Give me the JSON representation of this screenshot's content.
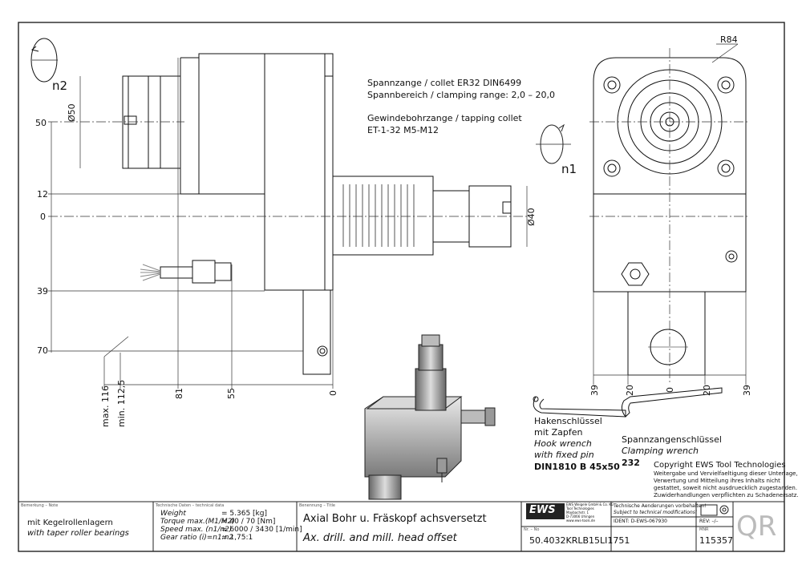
{
  "collet": {
    "line1": "Spannzange / collet   ER32    DIN6499",
    "line2": "Spannbereich / clamping range: 2,0 – 20,0",
    "line3": "Gewindebohrzange / tapping collet",
    "line4": "ET-1-32   M5-M12"
  },
  "rotation": {
    "n1": "n1",
    "n2": "n2"
  },
  "dims": {
    "d50": "Ø50",
    "d40": "Ø40",
    "r84": "R84",
    "v50": "50",
    "v12": "12",
    "v0": "0",
    "v39": "39",
    "v70": "70",
    "h116": "max. 116",
    "h1125": "min. 112,5",
    "h81": "81",
    "h55": "55",
    "h0": "0",
    "rv39a": "39",
    "rv20a": "20",
    "rv0": "0",
    "rv20b": "20",
    "rv39b": "39"
  },
  "hook_wrench": {
    "de1": "Hakenschlüssel",
    "de2": "mit Zapfen",
    "en1": "Hook wrench",
    "en2": "with fixed pin",
    "code": "DIN1810 B 45x50"
  },
  "clamp_wrench": {
    "de": "Spannzangenschlüssel",
    "en": "Clamping wrench",
    "code": "232"
  },
  "copyright": {
    "title": "Copyright EWS Tool Technologies",
    "l1": "Weitergabe und Vervielfaeltigung dieser Unterlage,",
    "l2": "Verwertung und Mitteilung ihres Inhalts nicht",
    "l3": "gestattet, soweit nicht ausdruecklich zugestanden.",
    "l4": "Zuwiderhandlungen verpflichten zu Schadenersatz."
  },
  "title_block": {
    "note_label": "Bemerkung – Note",
    "note_de": "mit Kegelrollenlagern",
    "note_en": "with taper roller bearings",
    "tech_label": "Technische Daten – technical data",
    "weight_l": "Weight",
    "weight_v": "= 5.365 [kg]",
    "torque_l": "Torque max.(M1/M2)",
    "torque_v": "= 40 / 70 [Nm]",
    "speed_l": "Speed max.  (n1/n2)",
    "speed_v": "= 6000 / 3430 [1/min]",
    "ratio_l": "Gear ratio   (i)=n1:n2",
    "ratio_v": "= 1,75:1",
    "title_label": "Benennung – Title",
    "title_de": "Axial Bohr u. Fräskopf achsversetzt",
    "title_en": "Ax. drill. and mill. head offset",
    "logo": "EWS",
    "logo_sub": "Tool Technologies",
    "addr1": "EWS Weigele GmbH & Co. KG",
    "addr2": "Maybachstr. 1",
    "addr3": "D-73066 Uhingen",
    "addr4": "www.ews-tools.de",
    "nr_label": "Nr. – No",
    "nr": "50.4032KRLB15LI1751",
    "notice1": "Technische Aenderungen vorbehalten!",
    "notice2": "Subject to technical modifications!",
    "ident": "IDENT:  D-EWS-067930",
    "rev": "REV:  –/–",
    "mnr_label": "MNR",
    "mnr": "115357",
    "qr": "QR"
  }
}
